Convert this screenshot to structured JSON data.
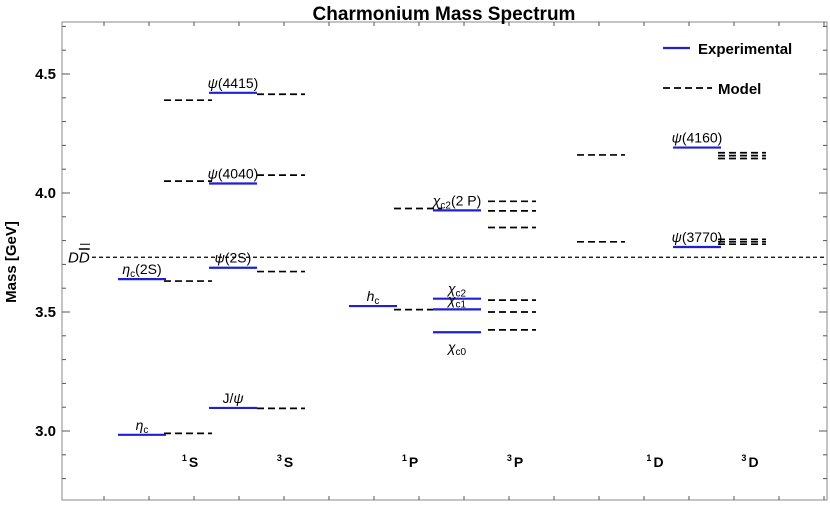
{
  "colors": {
    "experimental": "#1f1fd6",
    "model": "#000000",
    "threshold": "#000000",
    "frame": "#888888"
  },
  "chart_data": {
    "type": "level-diagram",
    "title": "Charmonium Mass Spectrum",
    "ylabel": "Mass [GeV]",
    "ylim": [
      2.7,
      4.7
    ],
    "yticks": [
      "3.0",
      "3.5",
      "4.0",
      "4.5"
    ],
    "ytick_values": [
      3.0,
      3.5,
      4.0,
      4.5
    ],
    "categories": [
      {
        "base": "S",
        "mult": "1"
      },
      {
        "base": "S",
        "mult": "3"
      },
      {
        "base": "P",
        "mult": "1"
      },
      {
        "base": "P",
        "mult": "3"
      },
      {
        "base": "D",
        "mult": "1"
      },
      {
        "base": "D",
        "mult": "3"
      }
    ],
    "legend": {
      "experimental": "Experimental",
      "model": "Model",
      "position": "top-right"
    },
    "threshold": {
      "value": 3.73,
      "main": "D",
      "bar": "D"
    },
    "experimental": [
      {
        "category": 0,
        "mass": 2.984,
        "label": {
          "sym": "η",
          "sub": "c",
          "suffix": ""
        }
      },
      {
        "category": 0,
        "mass": 3.638,
        "label": {
          "sym": "η",
          "sub": "c",
          "suffix": "(2S)"
        }
      },
      {
        "category": 1,
        "mass": 3.097,
        "label": {
          "sym": "J/",
          "symb": "ψ",
          "sub": "",
          "suffix": ""
        }
      },
      {
        "category": 1,
        "mass": 3.686,
        "label": {
          "sym": "ψ",
          "sub": "",
          "suffix": "(2S)"
        }
      },
      {
        "category": 1,
        "mass": 4.04,
        "label": {
          "sym": "ψ",
          "sub": "",
          "suffix": "(4040)"
        }
      },
      {
        "category": 1,
        "mass": 4.421,
        "label": {
          "sym": "ψ",
          "sub": "",
          "suffix": "(4415)"
        }
      },
      {
        "category": 2,
        "mass": 3.525,
        "label": {
          "sym": "h",
          "sub": "c",
          "suffix": ""
        }
      },
      {
        "category": 3,
        "mass": 3.415,
        "label": {
          "sym": "χ",
          "sub": "c0",
          "suffix": "",
          "below": true
        }
      },
      {
        "category": 3,
        "mass": 3.511,
        "label": {
          "sym": "χ",
          "sub": "c1",
          "suffix": ""
        }
      },
      {
        "category": 3,
        "mass": 3.556,
        "label": {
          "sym": "χ",
          "sub": "c2",
          "suffix": ""
        }
      },
      {
        "category": 3,
        "mass": 3.927,
        "label": {
          "sym": "χ",
          "sub": "c2",
          "suffix": "(2 P)"
        }
      },
      {
        "category": 5,
        "mass": 3.773,
        "label": {
          "sym": "ψ",
          "sub": "",
          "suffix": "(3770)"
        }
      },
      {
        "category": 5,
        "mass": 4.191,
        "label": {
          "sym": "ψ",
          "sub": "",
          "suffix": "(4160)"
        }
      }
    ],
    "model": [
      {
        "category": 0,
        "mass": 2.99
      },
      {
        "category": 0,
        "mass": 3.63
      },
      {
        "category": 0,
        "mass": 4.05
      },
      {
        "category": 0,
        "mass": 4.39
      },
      {
        "category": 1,
        "mass": 3.095
      },
      {
        "category": 1,
        "mass": 3.67
      },
      {
        "category": 1,
        "mass": 4.075
      },
      {
        "category": 1,
        "mass": 4.415
      },
      {
        "category": 2,
        "mass": 3.51
      },
      {
        "category": 2,
        "mass": 3.935
      },
      {
        "category": 3,
        "mass": 3.425
      },
      {
        "category": 3,
        "mass": 3.5
      },
      {
        "category": 3,
        "mass": 3.55
      },
      {
        "category": 3,
        "mass": 3.855
      },
      {
        "category": 3,
        "mass": 3.925
      },
      {
        "category": 3,
        "mass": 3.965
      },
      {
        "category": 4,
        "mass": 3.795
      },
      {
        "category": 4,
        "mass": 4.16
      },
      {
        "category": 5,
        "mass": 3.785
      },
      {
        "category": 5,
        "mass": 3.795
      },
      {
        "category": 5,
        "mass": 3.805
      },
      {
        "category": 5,
        "mass": 4.145
      },
      {
        "category": 5,
        "mass": 4.157
      },
      {
        "category": 5,
        "mass": 4.169
      }
    ]
  }
}
